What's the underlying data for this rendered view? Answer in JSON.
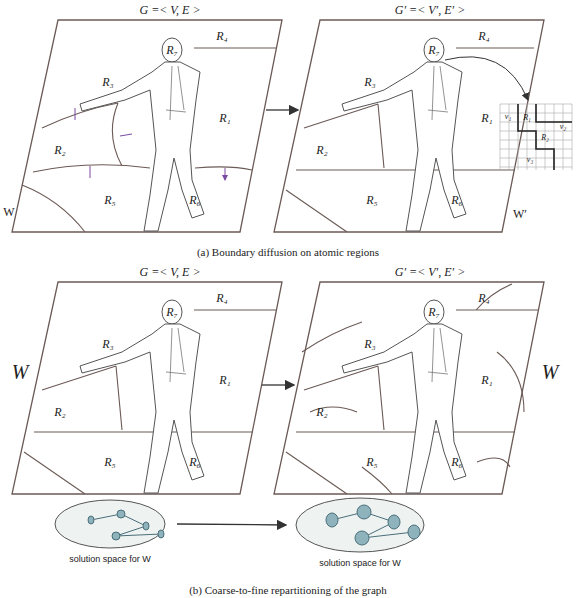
{
  "diagram": {
    "nodes": [
      {
        "text": [
          "solution space for W"
        ]
      },
      {
        "text": [
          "solution space for W"
        ]
      }
    ],
    "edges": [
      {
        "from": 0,
        "to": 1,
        "arrow": "to"
      }
    ],
    "labels": [
      "G =< V, E >",
      "G′ =< V′, E′ >",
      "R₃",
      "R₇",
      "R₄",
      "R₁",
      "R₂",
      "R₅",
      "R₆",
      "W",
      "R₃",
      "R₇",
      "R₄",
      "R₁",
      "R₂",
      "R₅",
      "R₆",
      "W′",
      "v₁",
      "R₁",
      "v₂",
      "R₂",
      "v₃",
      "(a) Boundary diffusion on atomic regions",
      "G =< V, E >",
      "G′ =< V′, E′ >",
      "R₃",
      "R₇",
      "R₄",
      "R₁",
      "R₂",
      "R₅",
      "R₆",
      "W",
      "R₃",
      "R₇",
      "R₄",
      "R₁",
      "R₂",
      "R₅",
      "R₆",
      "W",
      "(b) Coarse-to-fine repartitioning of the graph"
    ]
  }
}
